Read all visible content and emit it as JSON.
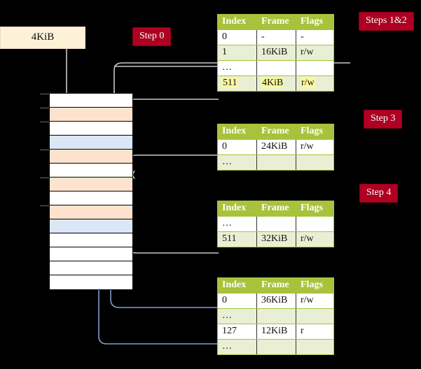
{
  "diagram": {
    "title_label": "4KiB",
    "badges": [
      {
        "name": "step-0",
        "label": "Step 0"
      },
      {
        "name": "steps-1-2",
        "label": "Steps 1&2"
      },
      {
        "name": "step-3",
        "label": "Step 3"
      },
      {
        "name": "step-4",
        "label": "Step 4"
      }
    ],
    "memory_column": {
      "rows": [
        {
          "fill": "white"
        },
        {
          "fill": "orange"
        },
        {
          "fill": "white"
        },
        {
          "fill": "blue"
        },
        {
          "fill": "orange"
        },
        {
          "fill": "white"
        },
        {
          "fill": "orange"
        },
        {
          "fill": "white"
        },
        {
          "fill": "orange"
        },
        {
          "fill": "blue"
        },
        {
          "fill": "white"
        },
        {
          "fill": "white"
        },
        {
          "fill": "white"
        },
        {
          "fill": "white"
        }
      ],
      "colors": {
        "orange": "#fde3cd",
        "blue": "#dbe7f7",
        "white": "#ffffff",
        "border": "#000000"
      }
    },
    "tables": [
      {
        "name": "page-table-level-4",
        "headers": [
          "Index",
          "Frame",
          "Flags"
        ],
        "rows": [
          {
            "cells": [
              "0",
              "-",
              "-"
            ],
            "alt": false,
            "highlight": false
          },
          {
            "cells": [
              "1",
              "16KiB",
              "r/w"
            ],
            "alt": true,
            "highlight": false
          },
          {
            "cells": [
              "…",
              "",
              ""
            ],
            "alt": false,
            "highlight": false
          },
          {
            "cells": [
              "511",
              "4KiB",
              "r/w"
            ],
            "alt": true,
            "highlight": true
          }
        ]
      },
      {
        "name": "page-table-level-3",
        "headers": [
          "Index",
          "Frame",
          "Flags"
        ],
        "rows": [
          {
            "cells": [
              "0",
              "24KiB",
              "r/w"
            ],
            "alt": false,
            "highlight": false
          },
          {
            "cells": [
              "…",
              "",
              ""
            ],
            "alt": true,
            "highlight": false
          }
        ]
      },
      {
        "name": "page-table-level-2",
        "headers": [
          "Index",
          "Frame",
          "Flags"
        ],
        "rows": [
          {
            "cells": [
              "…",
              "",
              ""
            ],
            "alt": false,
            "highlight": false
          },
          {
            "cells": [
              "511",
              "32KiB",
              "r/w"
            ],
            "alt": true,
            "highlight": false
          }
        ]
      },
      {
        "name": "page-table-level-1",
        "headers": [
          "Index",
          "Frame",
          "Flags"
        ],
        "rows": [
          {
            "cells": [
              "0",
              "36KiB",
              "r/w"
            ],
            "alt": false,
            "highlight": false
          },
          {
            "cells": [
              "…",
              "",
              ""
            ],
            "alt": true,
            "highlight": false
          },
          {
            "cells": [
              "127",
              "12KiB",
              "r"
            ],
            "alt": false,
            "highlight": false
          },
          {
            "cells": [
              "…",
              "",
              ""
            ],
            "alt": true,
            "highlight": false
          }
        ]
      }
    ],
    "colors": {
      "badge_background": "#b00022",
      "badge_text": "#ffffff",
      "table_header": "#a8c23c",
      "table_alt_row": "#e9efd4",
      "highlight": "#fcf8a0",
      "label_box": "#fdf1d8",
      "wire_gray": "#c9c9c9",
      "wire_blue": "#7f9fc8",
      "background": "#000000"
    }
  }
}
